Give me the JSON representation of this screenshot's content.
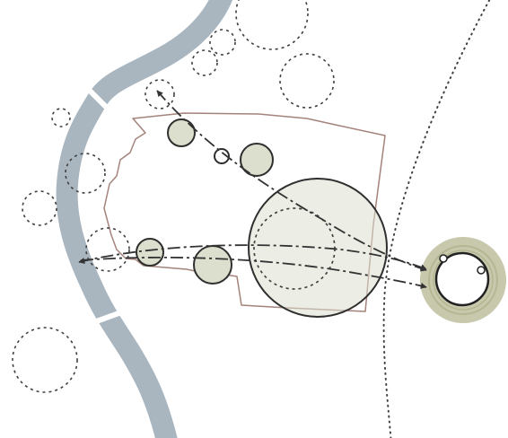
{
  "diagram": {
    "palette": {
      "background": "#ffffff",
      "river": "#a9b6c0",
      "site_outline": "#a4837c",
      "node_fill": "#dcdfcd",
      "node_stroke": "#2f2f2f",
      "dotted": "#404040",
      "ring_outer": "#c7c8ac",
      "ring_inner": "#b5b792",
      "arrow": "#333333"
    },
    "elements": [
      "river",
      "site-boundary",
      "dotted-circles",
      "dotted-boundary-arc",
      "focus-nodes",
      "movement-arrows",
      "destination-target"
    ]
  }
}
